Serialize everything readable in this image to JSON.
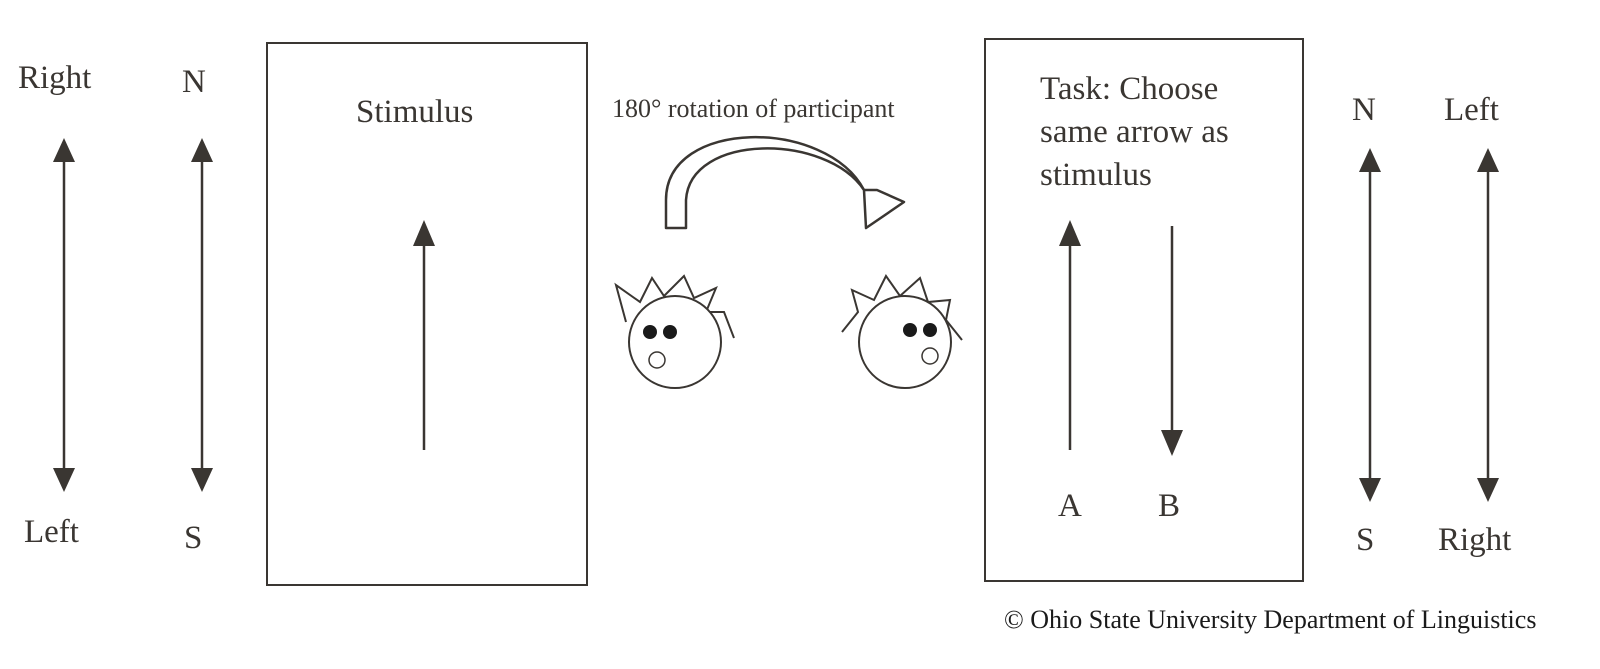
{
  "left_compass": {
    "rel_top": "Right",
    "rel_bottom": "Left",
    "abs_top": "N",
    "abs_bottom": "S"
  },
  "stimulus_panel": {
    "title": "Stimulus"
  },
  "rotation": {
    "label": "180° rotation of participant"
  },
  "task_panel": {
    "title": "Task: Choose same arrow as stimulus",
    "option_a": "A",
    "option_b": "B"
  },
  "right_compass": {
    "abs_top": "N",
    "abs_bottom": "S",
    "rel_top": "Left",
    "rel_bottom": "Right"
  },
  "credit": "© Ohio State University Department of Linguistics",
  "colors": {
    "ink": "#3a3632",
    "background": "#ffffff"
  }
}
